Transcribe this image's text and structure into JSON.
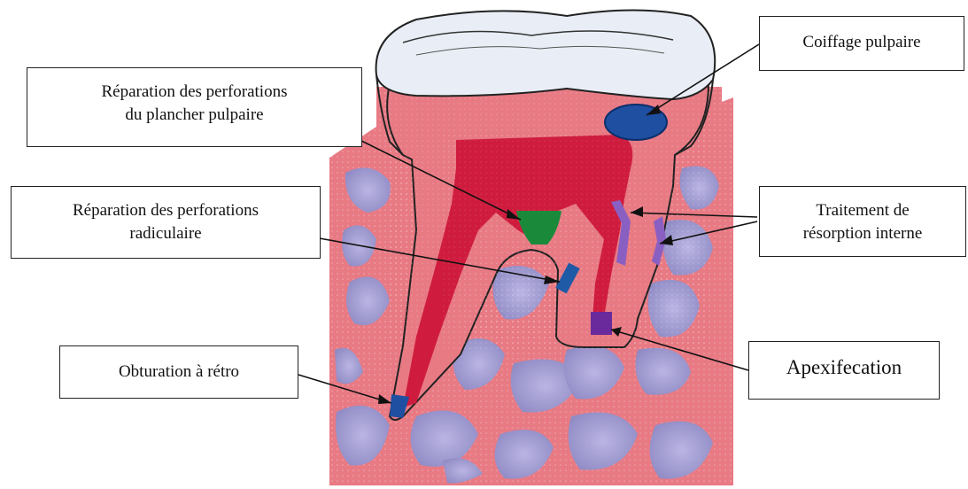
{
  "labels": {
    "coiffage": "Coiffage pulpaire",
    "plancher_line1": "Réparation des   perforations",
    "plancher_line2": "du plancher pulpaire",
    "radiculaire_line1": "Réparation des perforations",
    "radiculaire_line2": "radiculaire",
    "resorption_line1": "Traitement de",
    "resorption_line2": "résorption interne",
    "retro": "Obturation à rétro",
    "apex": "Apexifecation"
  },
  "colors": {
    "bone": "#e87a84",
    "bone_spaces": "#9d9ed4",
    "pulp": "#cf1c3e",
    "enamel": "#e9eef6",
    "pulp_cap": "#1f4fa0",
    "floor_repair": "#1a8a3a",
    "root_repair": "#1f5aa6",
    "resorption": "#8a5fc2",
    "apexification": "#6a2a9c",
    "retro_filling": "#1f4fa0"
  }
}
